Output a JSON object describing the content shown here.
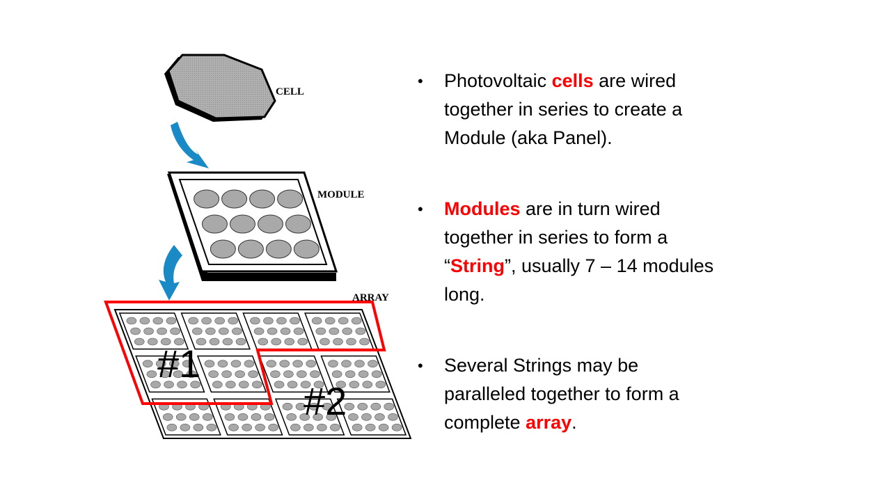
{
  "diagram": {
    "cell_label": "CELL",
    "module_label": "MODULE",
    "array_label": "ARRAY",
    "string1_label": "#1",
    "string2_label": "#2",
    "colors": {
      "highlight": "#ff0000",
      "arrow": "#1a8ac6",
      "cell": "#a9a9a9"
    }
  },
  "bullets": [
    {
      "pre": "Photovoltaic ",
      "hl": "cells",
      "post": " are wired together in series to create a Module (aka Panel)."
    },
    {
      "pre": "",
      "hl": "Modules",
      "post": " are in turn wired together in series to form a “",
      "hl2": "String",
      "post2": "”, usually 7 – 14 modules long."
    },
    {
      "pre": "Several Strings may be paralleled together to form a complete ",
      "hl": "array",
      "post": "."
    }
  ],
  "bullet_glyph": "•"
}
